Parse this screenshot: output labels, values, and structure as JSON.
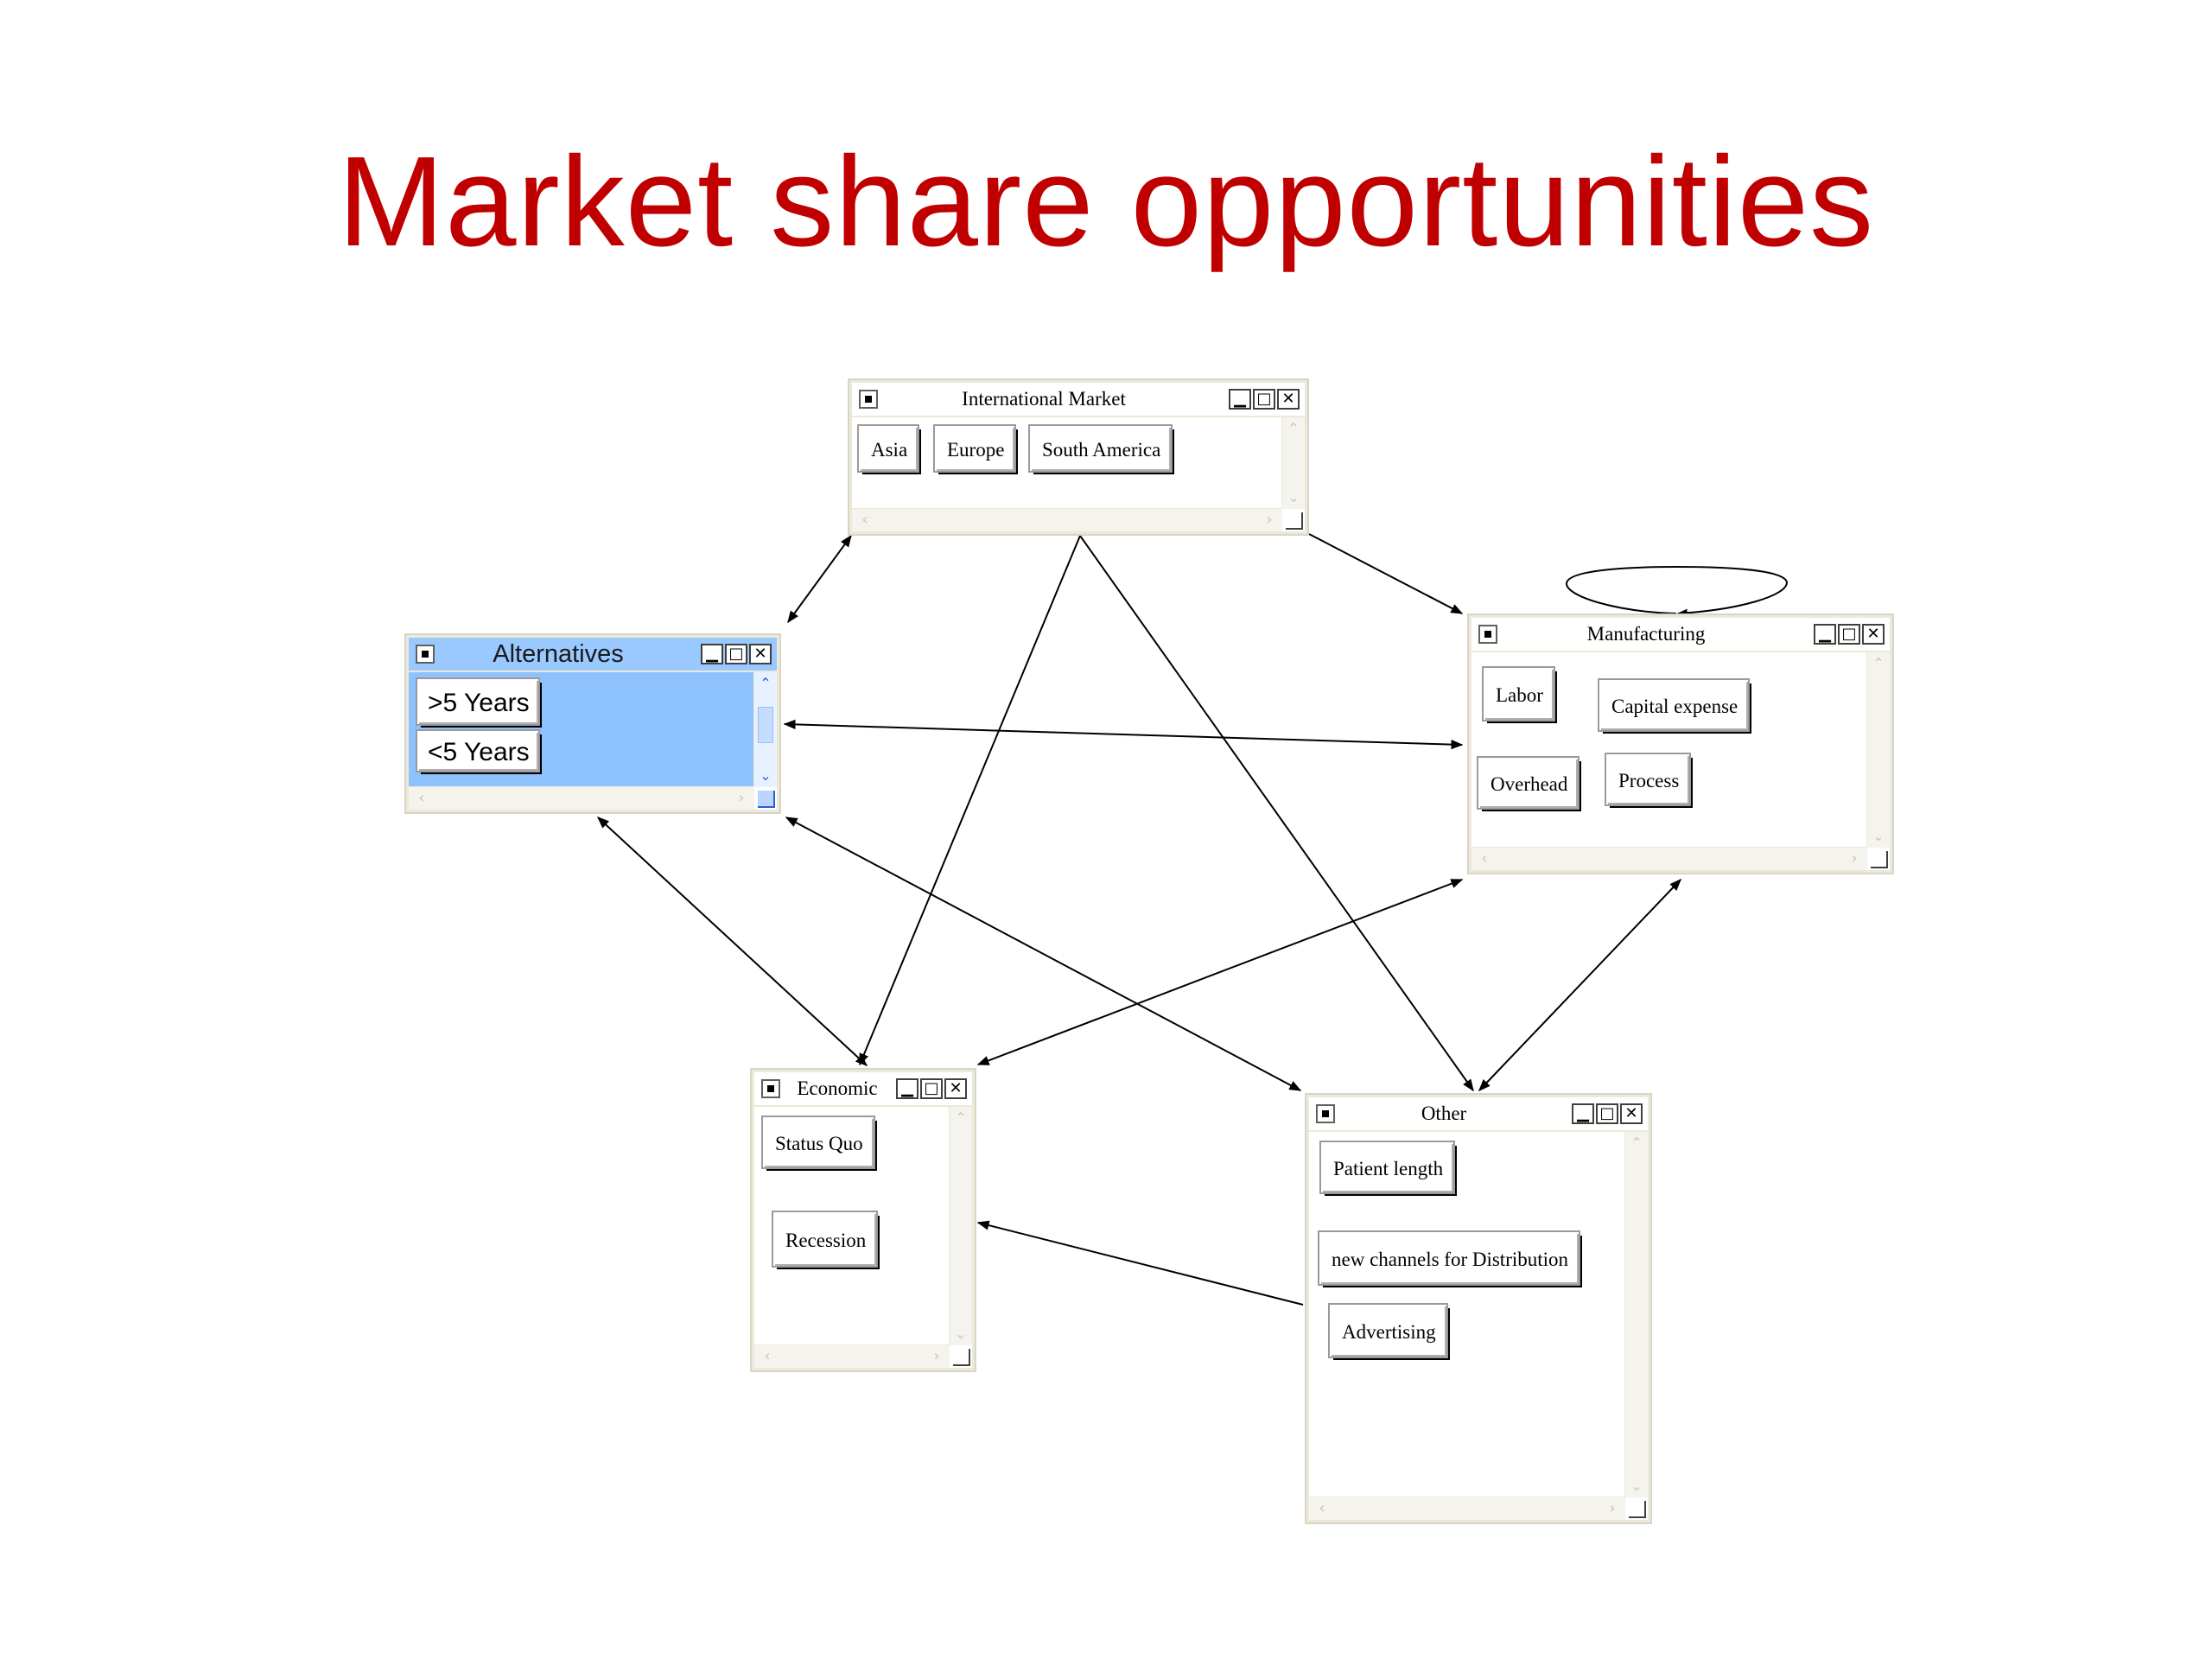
{
  "slide": {
    "title": "Market share opportunities"
  },
  "windows": {
    "international": {
      "title": "International Market",
      "nodes": [
        "Asia",
        "Europe",
        "South America"
      ]
    },
    "alternatives": {
      "title": "Alternatives",
      "nodes": [
        ">5 Years",
        "<5 Years"
      ]
    },
    "manufacturing": {
      "title": "Manufacturing",
      "nodes": [
        "Labor",
        "Capital expense",
        "Overhead",
        "Process"
      ]
    },
    "economic": {
      "title": "Economic",
      "nodes": [
        "Status Quo",
        "Recession"
      ]
    },
    "other": {
      "title": "Other",
      "nodes": [
        "Patient length",
        "new channels for Distribution",
        "Advertising"
      ]
    }
  },
  "window_controls": {
    "minimize": "▁",
    "maximize": "□",
    "close": "✕"
  },
  "colors": {
    "title": "#c00000",
    "selected_window": "#8ec2ff",
    "arrow": "#000000"
  },
  "edges": [
    {
      "from": "alternatives",
      "to": "international",
      "bidirectional": true
    },
    {
      "from": "international",
      "to": "manufacturing",
      "bidirectional": false
    },
    {
      "from": "international",
      "to": "economic",
      "bidirectional": false
    },
    {
      "from": "international",
      "to": "other",
      "bidirectional": false
    },
    {
      "from": "alternatives",
      "to": "manufacturing",
      "bidirectional": true
    },
    {
      "from": "alternatives",
      "to": "economic",
      "bidirectional": true
    },
    {
      "from": "alternatives",
      "to": "other",
      "bidirectional": true
    },
    {
      "from": "manufacturing",
      "to": "economic",
      "bidirectional": true
    },
    {
      "from": "manufacturing",
      "to": "other",
      "bidirectional": true
    },
    {
      "from": "other",
      "to": "economic",
      "bidirectional": false
    },
    {
      "from": "manufacturing",
      "to": "manufacturing",
      "bidirectional": false
    }
  ]
}
